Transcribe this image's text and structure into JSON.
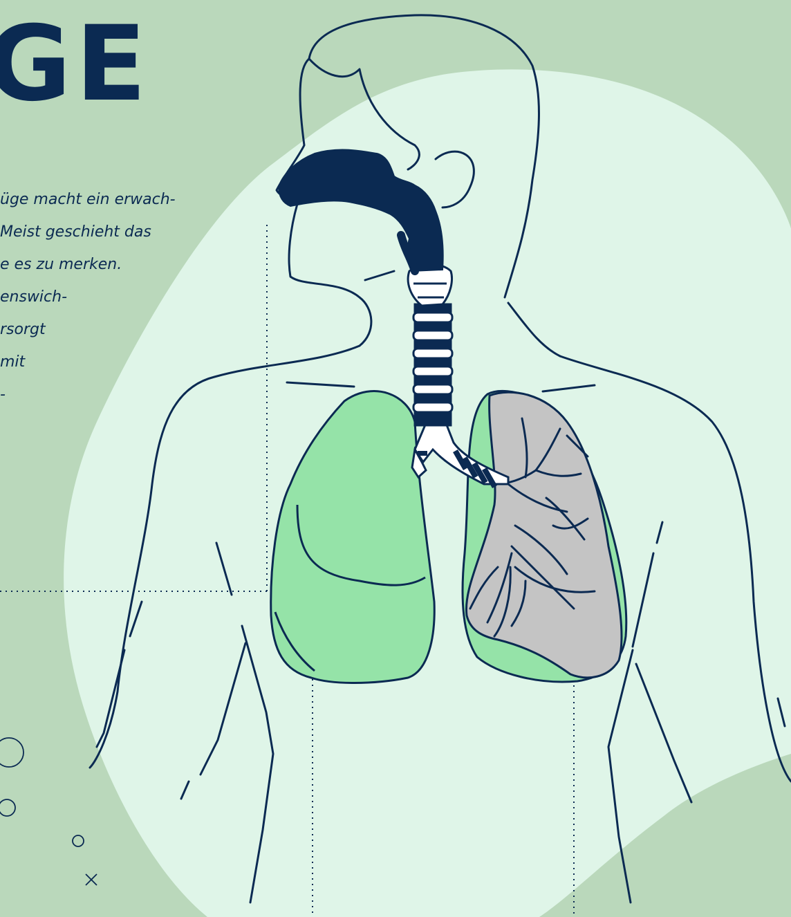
{
  "title": "GE",
  "intro_lines": [
    "üge macht ein erwach-",
    "Meist geschieht das",
    "e es zu merken.",
    "enswich-",
    "rsorgt",
    "mit",
    "-"
  ],
  "colors": {
    "background": "#bad8bb",
    "blob": "#dff5e8",
    "lung_green": "#95e3a8",
    "lung_gray": "#c4c4c4",
    "outline": "#0b2a52",
    "airway_fill": "#0b2a52"
  },
  "icons": [
    "circle-icon",
    "circle-icon",
    "circle-icon",
    "cross-icon"
  ]
}
